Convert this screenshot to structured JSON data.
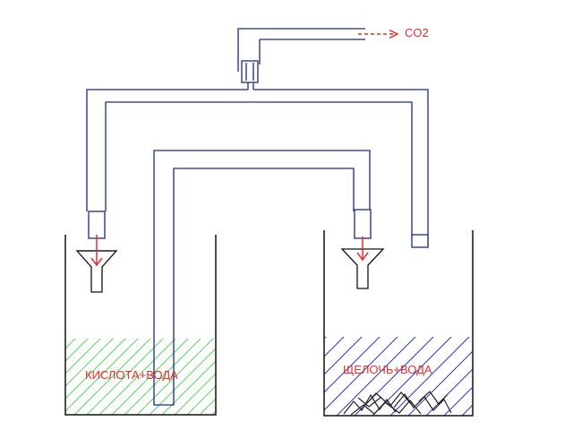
{
  "labels": {
    "gas_out": "CO2",
    "left_vessel": "КИСЛОТА+ВОДА",
    "right_vessel": "ЩЕЛОЧЬ+ВОДА"
  },
  "colors": {
    "tube": "#1a2a8c",
    "vessel": "#111111",
    "arrow": "#e03030",
    "text": "#e03030",
    "acid_hatch": "#5bd45b",
    "alkali_hatch": "#2b3aa8",
    "solid": "#222222"
  }
}
